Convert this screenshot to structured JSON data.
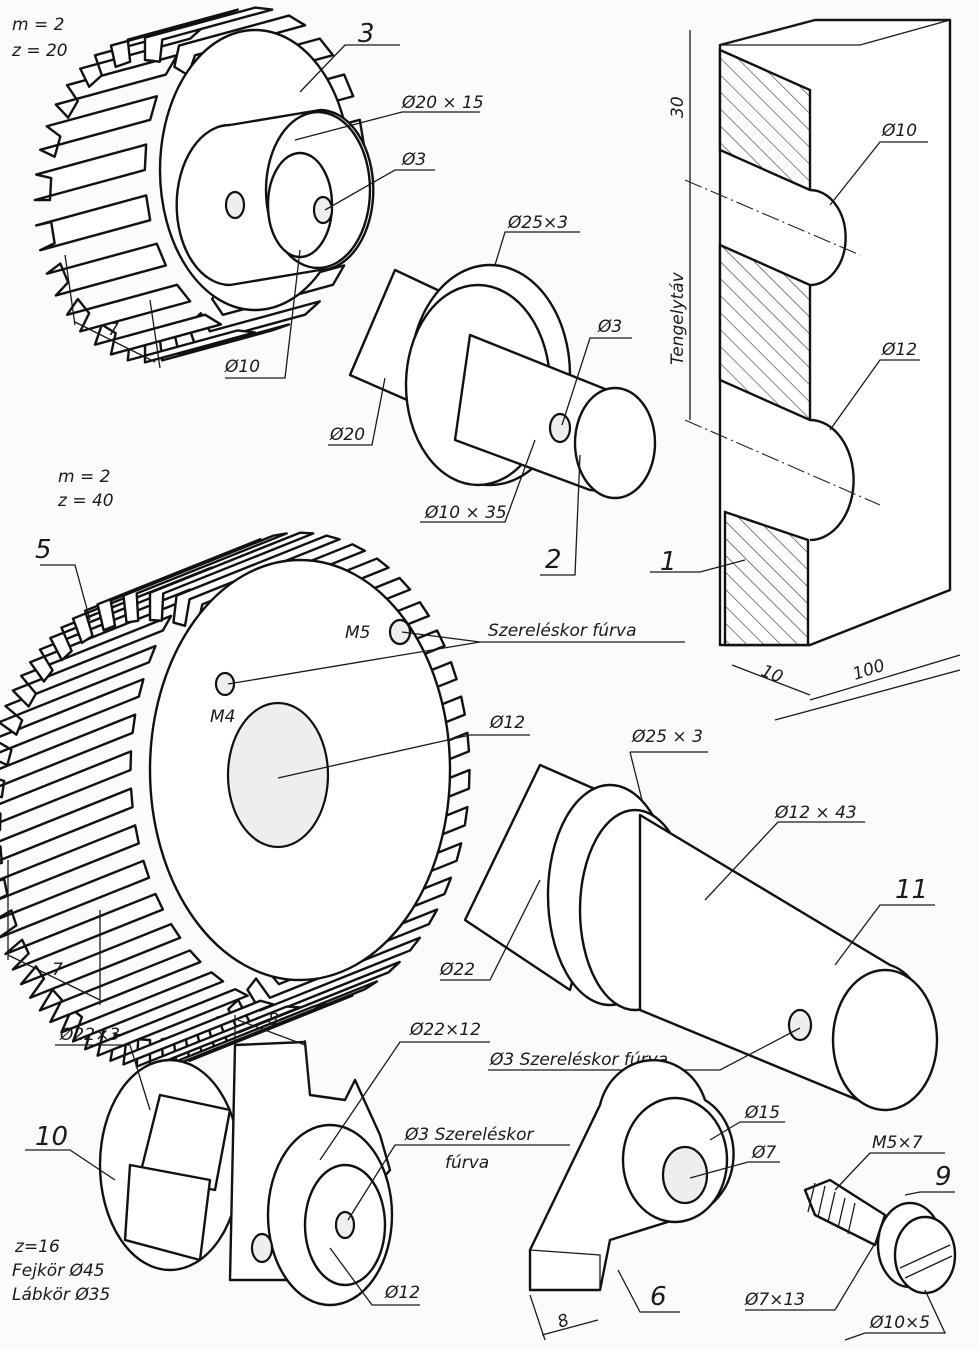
{
  "labels": {
    "gear3_m": "m = 2",
    "gear3_z": "z = 20",
    "part3_num": "3",
    "gear3_hub": "Ø20 × 15",
    "gear3_hole": "Ø3",
    "gear3_width": "7",
    "gear3_bore": "Ø10",
    "part2_collar": "Ø25×3",
    "part2_pin": "Ø3",
    "part2_shaft": "Ø20",
    "part2_journal": "Ø10 × 35",
    "part2_num": "2",
    "block_30": "30",
    "block_phi10": "Ø10",
    "block_axis": "Tengelytáv",
    "block_phi12": "Ø12",
    "part1_num": "1",
    "block_10": "10",
    "block_100": "100",
    "gear5_m": "m = 2",
    "gear5_z": "z = 40",
    "part5_num": "5",
    "gear5_m5": "M5",
    "gear5_assembly": "Szereléskor fúrva",
    "gear5_m4": "M4",
    "gear5_bore": "Ø12",
    "gear5_width": "7",
    "part11_collar": "Ø25 × 3",
    "part11_journal": "Ø12 × 43",
    "part11_num": "11",
    "part11_shaft": "Ø22",
    "part11_hole": "Ø3  Szereléskor fúrva",
    "part10_hub": "Ø22×3",
    "part10_width": "8",
    "part10_hub2": "Ø22×12",
    "part10_num": "10",
    "part10_hole_1": "Ø3  Szereléskor",
    "part10_hole_2": "fúrva",
    "part10_z": "z=16",
    "part10_tip": "Fejkör  Ø45",
    "part10_root": "Lábkör  Ø35",
    "part10_bore": "Ø12",
    "part6_outer": "Ø15",
    "part6_hole": "Ø7",
    "part6_width": "8",
    "part6_num": "6",
    "part9_thread": "M5×7",
    "part9_num": "9",
    "part9_shank": "Ø7×13",
    "part9_head": "Ø10×5"
  }
}
